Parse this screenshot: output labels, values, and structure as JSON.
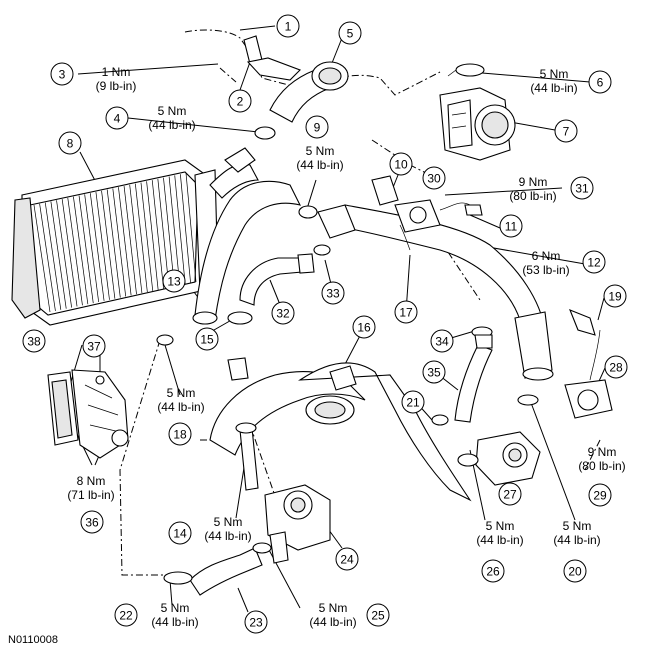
{
  "figure_id": "N0110008",
  "callouts": [
    {
      "n": "1"
    },
    {
      "n": "2"
    },
    {
      "n": "3"
    },
    {
      "n": "4"
    },
    {
      "n": "5"
    },
    {
      "n": "6"
    },
    {
      "n": "7"
    },
    {
      "n": "8"
    },
    {
      "n": "9"
    },
    {
      "n": "10"
    },
    {
      "n": "11"
    },
    {
      "n": "12"
    },
    {
      "n": "13"
    },
    {
      "n": "14"
    },
    {
      "n": "15"
    },
    {
      "n": "16"
    },
    {
      "n": "17"
    },
    {
      "n": "18"
    },
    {
      "n": "19"
    },
    {
      "n": "20"
    },
    {
      "n": "21"
    },
    {
      "n": "22"
    },
    {
      "n": "23"
    },
    {
      "n": "24"
    },
    {
      "n": "25"
    },
    {
      "n": "26"
    },
    {
      "n": "27"
    },
    {
      "n": "28"
    },
    {
      "n": "29"
    },
    {
      "n": "30"
    },
    {
      "n": "31"
    },
    {
      "n": "32"
    },
    {
      "n": "33"
    },
    {
      "n": "34"
    },
    {
      "n": "35"
    },
    {
      "n": "36"
    },
    {
      "n": "37"
    },
    {
      "n": "38"
    }
  ],
  "torques": [
    {
      "ref": "3",
      "nm": "1 Nm",
      "imperial": "(9 lb-in)"
    },
    {
      "ref": "4",
      "nm": "5 Nm",
      "imperial": "(44 lb-in)"
    },
    {
      "ref": "6",
      "nm": "5 Nm",
      "imperial": "(44 lb-in)"
    },
    {
      "ref": "9",
      "nm": "5 Nm",
      "imperial": "(44 lb-in)"
    },
    {
      "ref": "31",
      "nm": "9 Nm",
      "imperial": "(80 lb-in)"
    },
    {
      "ref": "12",
      "nm": "6 Nm",
      "imperial": "(53 lb-in)"
    },
    {
      "ref": "18",
      "nm": "5 Nm",
      "imperial": "(44 lb-in)"
    },
    {
      "ref": "36",
      "nm": "8 Nm",
      "imperial": "(71 lb-in)"
    },
    {
      "ref": "29",
      "nm": "9 Nm",
      "imperial": "(80 lb-in)"
    },
    {
      "ref": "14",
      "nm": "5 Nm",
      "imperial": "(44 lb-in)"
    },
    {
      "ref": "26",
      "nm": "5 Nm",
      "imperial": "(44 lb-in)"
    },
    {
      "ref": "20",
      "nm": "5 Nm",
      "imperial": "(44 lb-in)"
    },
    {
      "ref": "22",
      "nm": "5 Nm",
      "imperial": "(44 lb-in)"
    },
    {
      "ref": "25",
      "nm": "5 Nm",
      "imperial": "(44 lb-in)"
    }
  ]
}
